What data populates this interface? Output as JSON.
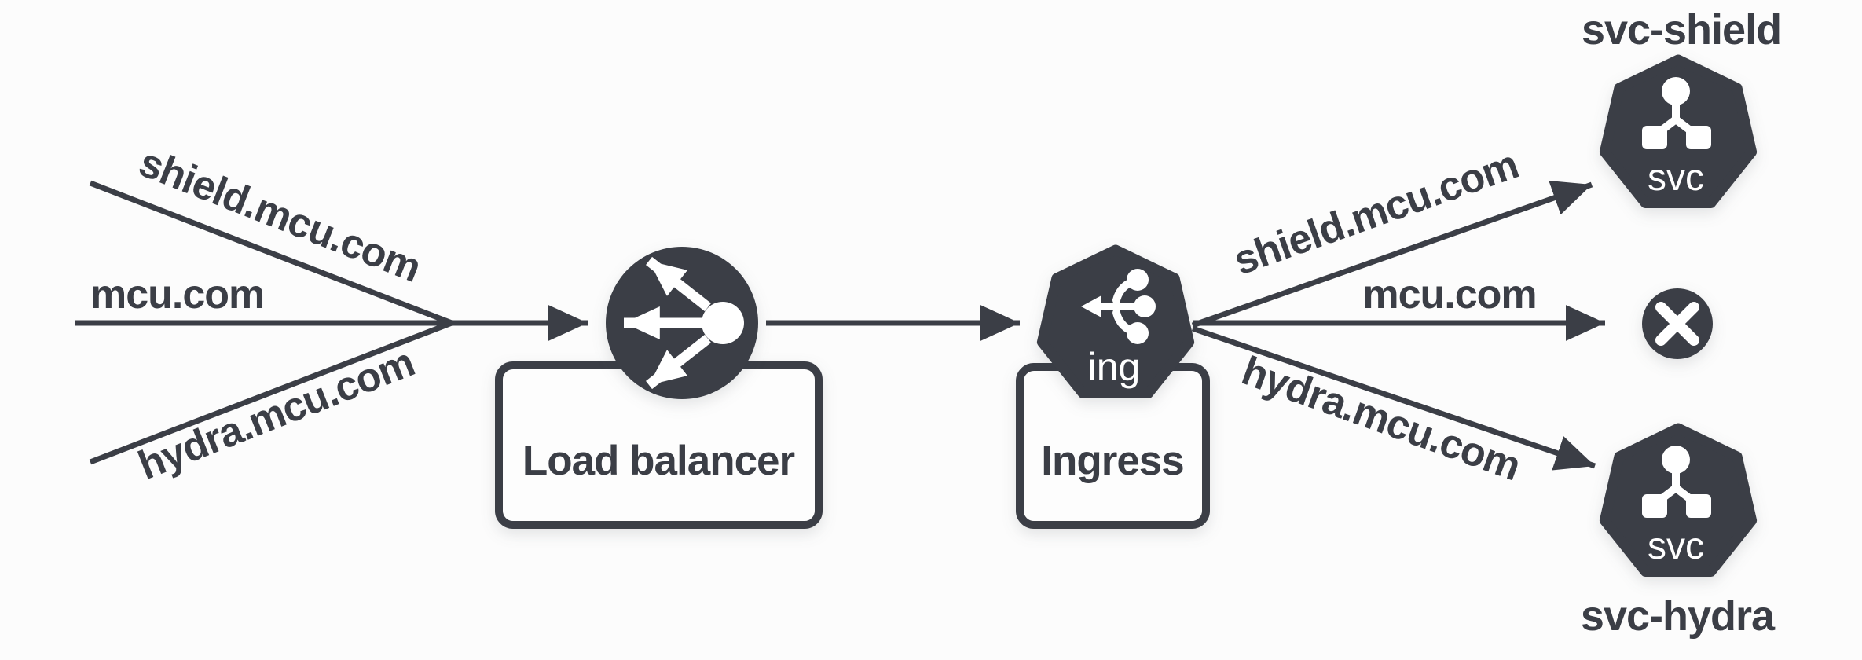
{
  "colors": {
    "ink": "#3b3e46",
    "white": "#ffffff",
    "bg": "#fcfcfc",
    "boxfill": "#fdfdfd"
  },
  "incoming_requests": {
    "shield_host": "shield.mcu.com",
    "root_host": "mcu.com",
    "hydra_host": "hydra.mcu.com"
  },
  "load_balancer": {
    "label": "Load balancer",
    "icon": "distribution-arrows-icon"
  },
  "ingress": {
    "label": "Ingress",
    "icon_text": "ing",
    "icon": "branch-arrow-icon"
  },
  "routes": {
    "shield_rule": "shield.mcu.com",
    "root_rule": "mcu.com",
    "hydra_rule": "hydra.mcu.com"
  },
  "services": {
    "shield": {
      "name": "svc-shield",
      "icon_text": "svc",
      "icon": "service-tree-icon"
    },
    "blocked": {
      "icon": "x-circle-icon"
    },
    "hydra": {
      "name": "svc-hydra",
      "icon_text": "svc",
      "icon": "service-tree-icon"
    }
  }
}
